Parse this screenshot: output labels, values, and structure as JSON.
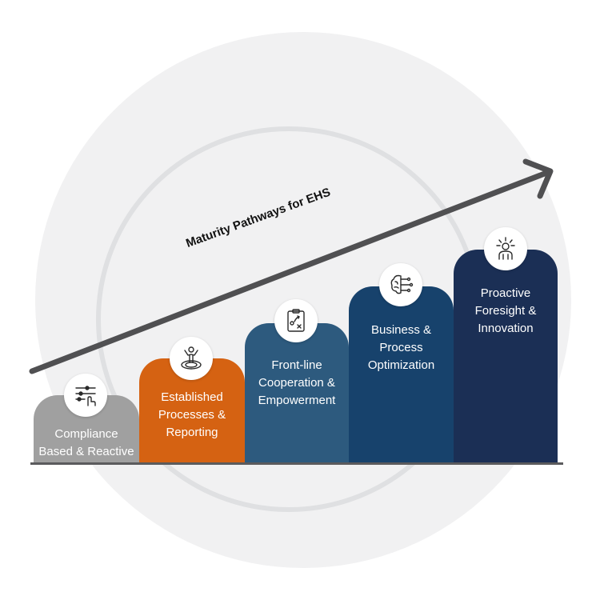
{
  "title": "Maturity Pathways for EHS",
  "steps": [
    {
      "label": "Compliance\nBased & Reactive",
      "color": "#a0a0a0",
      "icon": "sliders-hand-icon"
    },
    {
      "label": "Established\nProcesses &\nReporting",
      "color": "#d56212",
      "icon": "target-person-icon"
    },
    {
      "label": "Front-line\nCooperation &\nEmpowerment",
      "color": "#2d5a7e",
      "icon": "clipboard-strategy-icon"
    },
    {
      "label": "Business &\nProcess\nOptimization",
      "color": "#17426c",
      "icon": "brain-circuit-icon"
    },
    {
      "label": "Proactive\nForesight &\nInnovation",
      "color": "#1b2f55",
      "icon": "idea-person-icon"
    }
  ],
  "colors": {
    "arrow": "#505052",
    "baseline": "#5b5b5d"
  }
}
